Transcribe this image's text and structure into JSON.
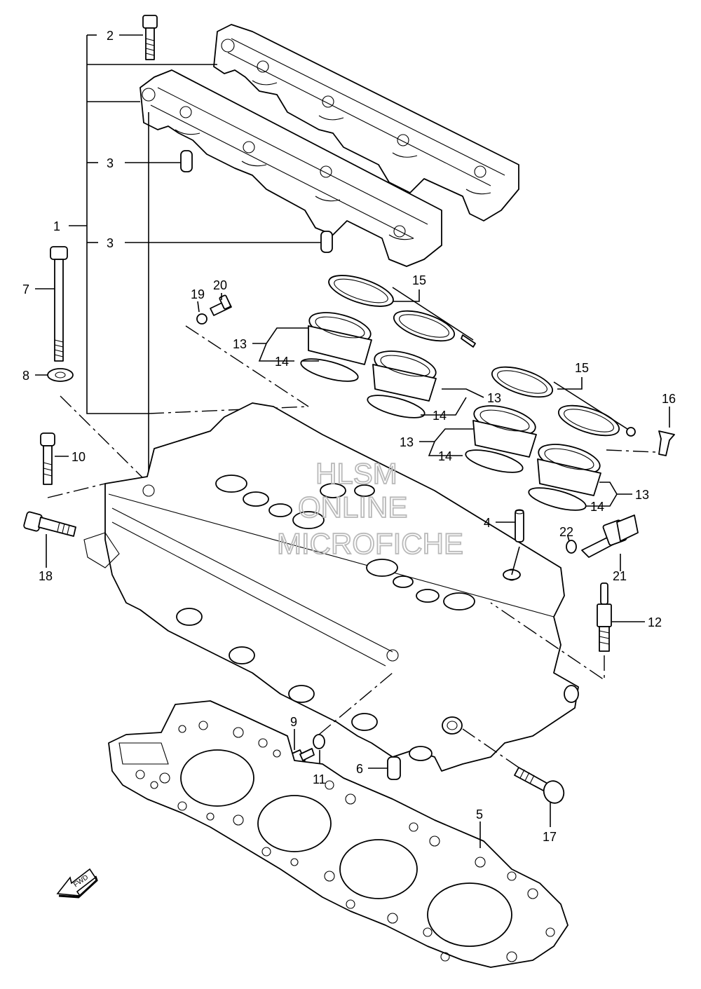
{
  "callouts": {
    "c1": "1",
    "c2": "2",
    "c3a": "3",
    "c3b": "3",
    "c4": "4",
    "c5": "5",
    "c6": "6",
    "c7": "7",
    "c8": "8",
    "c9": "9",
    "c10": "10",
    "c11": "11",
    "c12": "12",
    "c13a": "13",
    "c13b": "13",
    "c13c": "13",
    "c13d": "13",
    "c14a": "14",
    "c14b": "14",
    "c14c": "14",
    "c14d": "14",
    "c15a": "15",
    "c15b": "15",
    "c16": "16",
    "c17": "17",
    "c18": "18",
    "c19": "19",
    "c20": "20",
    "c21": "21",
    "c22": "22"
  },
  "watermark": {
    "line1": "HLSM",
    "line2": "ONLINE",
    "line3": "MICROFICHE"
  },
  "fwd_badge": "FWD"
}
